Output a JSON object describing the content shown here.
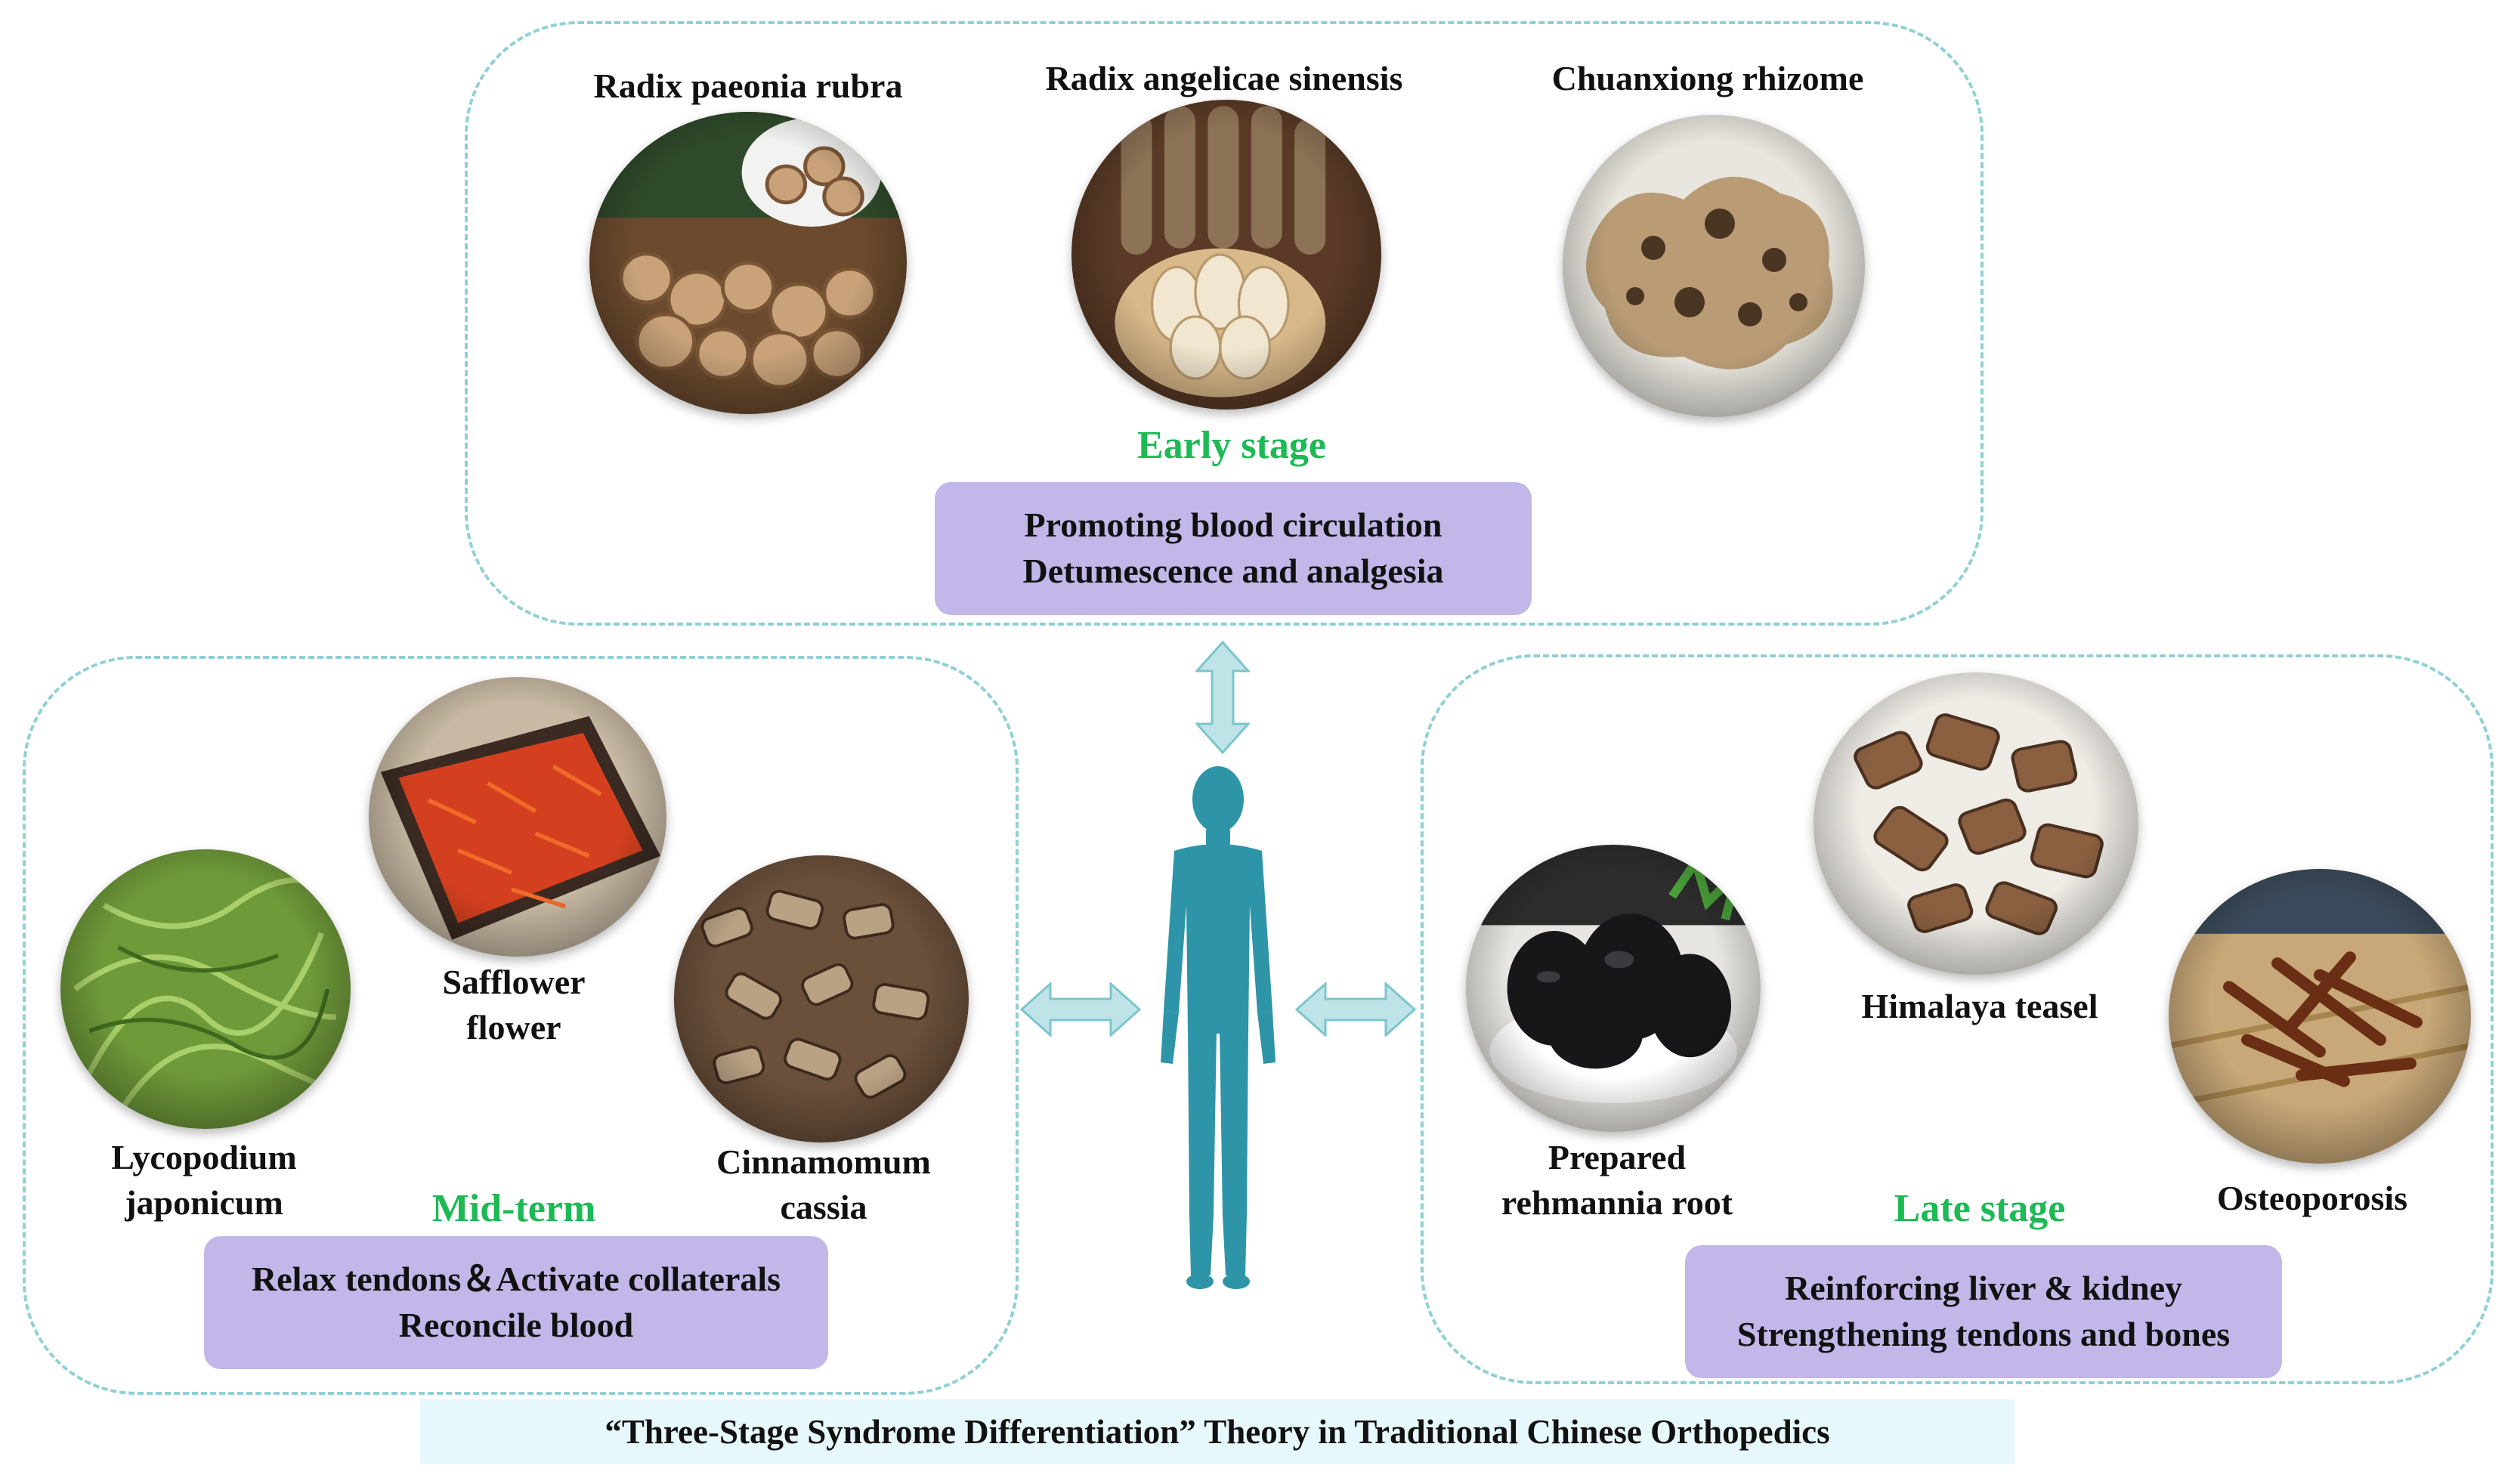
{
  "colors": {
    "panel_border": "#8fd0d4",
    "stage_title": "#1db954",
    "effect_box": "#c3b6e8",
    "caption_bg": "#e6f8fb",
    "arrow_fill": "#bfe4e8",
    "arrow_stroke": "#7cc5cc",
    "human_figure": "#2e95a8"
  },
  "early": {
    "herbs": [
      {
        "label": "Radix paeonia rubra",
        "icon": "red-peony-root-slices-image"
      },
      {
        "label": "Radix angelicae sinensis",
        "icon": "angelica-root-image"
      },
      {
        "label": "Chuanxiong rhizome",
        "icon": "chuanxiong-rhizome-image"
      }
    ],
    "stage": "Early stage",
    "effect_lines": [
      "Promoting blood circulation",
      "Detumescence and analgesia"
    ]
  },
  "mid": {
    "herbs": [
      {
        "label": "Safflower",
        "label2": "flower",
        "icon": "safflower-image"
      },
      {
        "label": "Lycopodium",
        "label2": "japonicum",
        "icon": "lycopodium-image"
      },
      {
        "label": "Cinnamomum",
        "label2": "cassia",
        "icon": "cinnamomum-cassia-image"
      }
    ],
    "stage": "Mid-term",
    "effect_lines": [
      "Relax tendons＆Activate collaterals",
      "Reconcile blood"
    ]
  },
  "late": {
    "herbs": [
      {
        "label": "Himalaya teasel",
        "icon": "himalaya-teasel-image"
      },
      {
        "label": "Prepared",
        "label2": "rehmannia root",
        "icon": "prepared-rehmannia-image"
      },
      {
        "label": "Osteoporosis",
        "icon": "osteoporosis-herb-image"
      }
    ],
    "stage": "Late stage",
    "effect_lines": [
      "Reinforcing liver & kidney",
      "Strengthening tendons and bones"
    ]
  },
  "center_icon": "human-body-icon",
  "caption": "“Three-Stage Syndrome Differentiation” Theory in Traditional Chinese Orthopedics"
}
